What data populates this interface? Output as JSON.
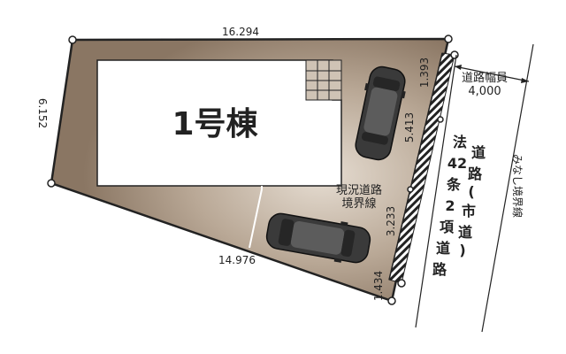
{
  "building": {
    "label": "1号棟"
  },
  "dimensions": {
    "top": "16.294",
    "left": "6.152",
    "bottom": "14.976",
    "right_top": "1.393",
    "right_mid": "5.413",
    "right_lower": "3.233",
    "right_bottom": "1.434"
  },
  "annotations": {
    "current_boundary_line1": "現況道路",
    "current_boundary_line2": "境界線",
    "road_width_line1": "道路幅員",
    "road_width_line2": "4,000",
    "deemed_boundary": "みなし境界線"
  },
  "road": {
    "col1": [
      "法",
      "42",
      "条",
      "2",
      "項",
      "道",
      "路"
    ],
    "col2": [
      "道",
      "路",
      "(",
      "市",
      "道",
      ")"
    ]
  },
  "colors": {
    "lot_fill": "#8a7663",
    "lot_light": "#cfc3b5",
    "building_fill": "#ffffff",
    "outline": "#222222",
    "car_body": "#3a3a3a",
    "car_roof": "#555555"
  }
}
